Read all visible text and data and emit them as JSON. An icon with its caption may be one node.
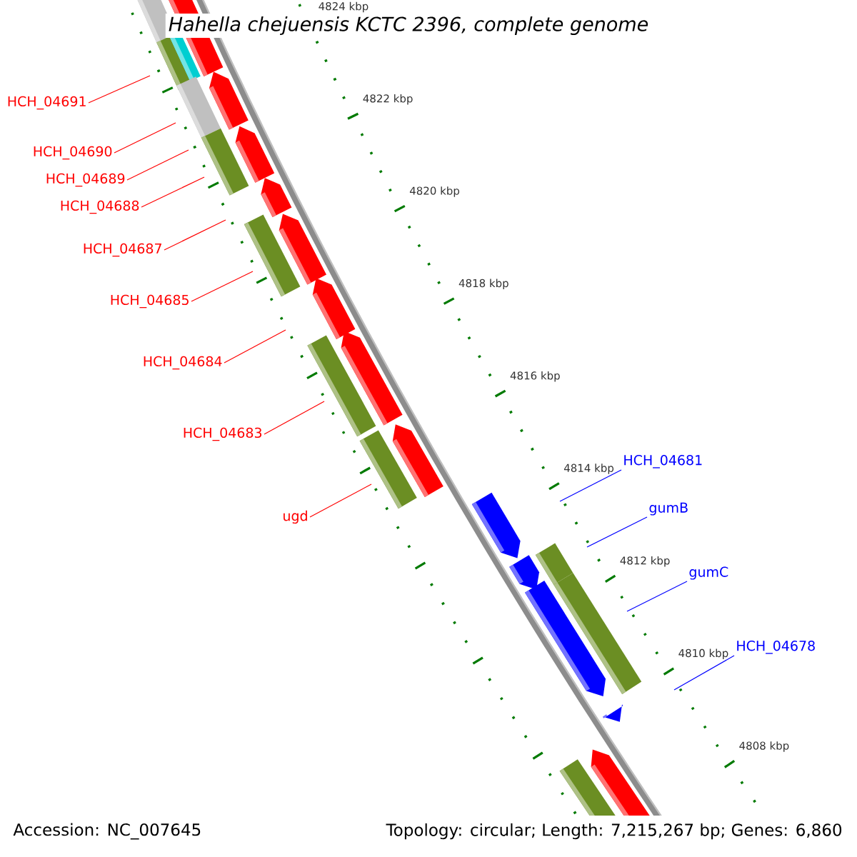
{
  "diagram": {
    "title": "Hahella chejuensis KCTC 2396, complete genome",
    "nodes": [
      {
        "text": [
          "HCH_04691"
        ]
      },
      {
        "text": [
          "HCH_04690"
        ]
      },
      {
        "text": [
          "HCH_04689"
        ]
      },
      {
        "text": [
          "HCH_04688"
        ]
      },
      {
        "text": [
          "HCH_04687"
        ]
      },
      {
        "text": [
          "HCH_04685"
        ]
      },
      {
        "text": [
          "HCH_04684"
        ]
      },
      {
        "text": [
          "HCH_04683"
        ]
      },
      {
        "text": [
          "ugd"
        ]
      },
      {
        "text": [
          "HCH_04681"
        ]
      },
      {
        "text": [
          "gumB"
        ]
      },
      {
        "text": [
          "gumC"
        ]
      },
      {
        "text": [
          "HCH_04678"
        ]
      }
    ],
    "edges": [
      {
        "from": 0,
        "to": null,
        "arrow": "none"
      },
      {
        "from": 1,
        "to": null,
        "arrow": "none"
      },
      {
        "from": 2,
        "to": null,
        "arrow": "none"
      },
      {
        "from": 3,
        "to": null,
        "arrow": "none"
      },
      {
        "from": 4,
        "to": null,
        "arrow": "none"
      },
      {
        "from": 5,
        "to": null,
        "arrow": "none"
      },
      {
        "from": 6,
        "to": null,
        "arrow": "none"
      },
      {
        "from": 7,
        "to": null,
        "arrow": "none"
      },
      {
        "from": 8,
        "to": null,
        "arrow": "none"
      },
      {
        "from": 9,
        "to": null,
        "arrow": "none",
        "color": "#0000ff"
      },
      {
        "from": 10,
        "to": null,
        "arrow": "none",
        "color": "#0000ff"
      },
      {
        "from": 11,
        "to": null,
        "arrow": "none",
        "color": "#0000ff"
      },
      {
        "from": 12,
        "to": null,
        "arrow": "none",
        "color": "#0000ff"
      }
    ],
    "labels": [
      "4824 kbp",
      "4822 kbp",
      "4820 kbp",
      "4818 kbp",
      "4816 kbp",
      "4814 kbp",
      "4812 kbp",
      "4810 kbp",
      "4808 kbp",
      "Accession: NC_007645",
      "Topology: circular; Length: 7,215,267 bp; Genes: 6,860"
    ]
  }
}
